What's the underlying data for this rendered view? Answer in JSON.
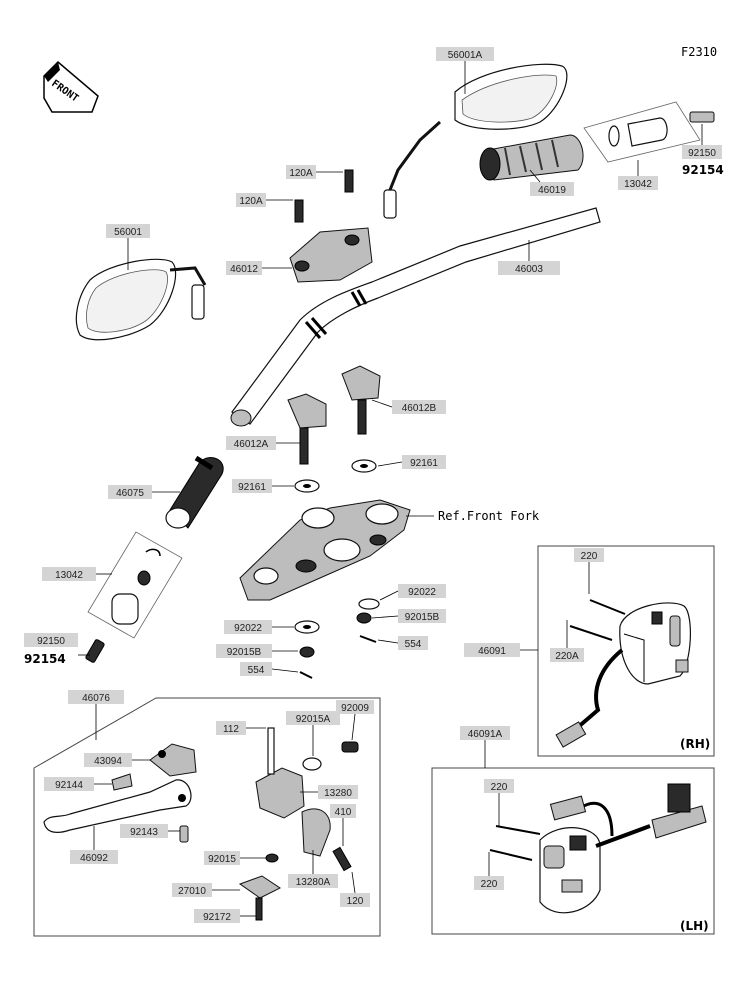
{
  "diagram": {
    "code": "F2310",
    "front_label": "FRONT",
    "ref_front_fork": "Ref.Front Fork",
    "rh_label": "(RH)",
    "lh_label": "(LH)",
    "labels": {
      "p56001A": "56001A",
      "p56001": "56001",
      "p120A_1": "120A",
      "p120A_2": "120A",
      "p46012": "46012",
      "p46003": "46003",
      "p46019": "46019",
      "p13042_r": "13042",
      "p92150_r": "92150",
      "p92154_r": "92154",
      "p46012B": "46012B",
      "p46012A": "46012A",
      "p92161_r": "92161",
      "p92161_l": "92161",
      "p46075": "46075",
      "p13042_l": "13042",
      "p92150_l": "92150",
      "p92154_l": "92154",
      "p92022_r": "92022",
      "p92015B_r": "92015B",
      "p554_r": "554",
      "p92022_l": "92022",
      "p92015B_l": "92015B",
      "p554_l": "554",
      "p220_rh": "220",
      "p46091": "46091",
      "p220A": "220A",
      "p46076": "46076",
      "p112": "112",
      "p92015A": "92015A",
      "p92009": "92009",
      "p43094": "43094",
      "p13280": "13280",
      "p92144": "92144",
      "p410": "410",
      "p92143": "92143",
      "p46092": "46092",
      "p92015": "92015",
      "p13280A": "13280A",
      "p120": "120",
      "p27010": "27010",
      "p92172": "92172",
      "p46091A": "46091A",
      "p220_lh1": "220",
      "p220_lh2": "220"
    }
  }
}
